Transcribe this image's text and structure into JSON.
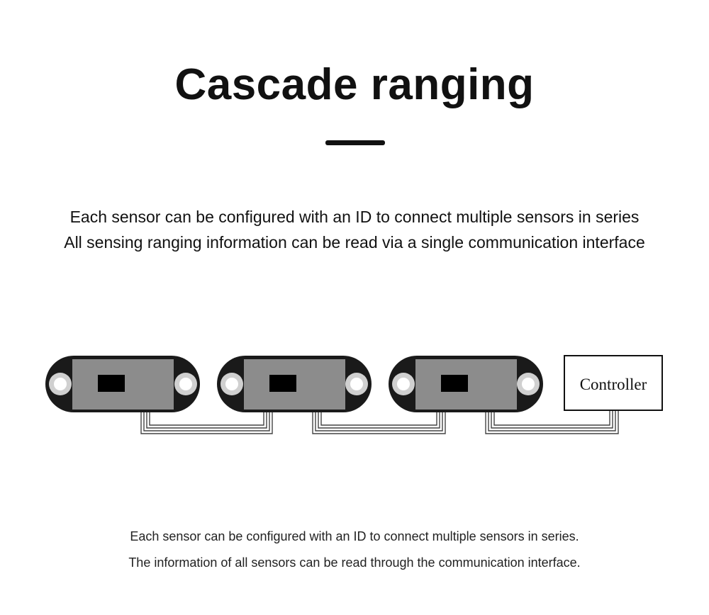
{
  "heading": {
    "title": "Cascade ranging",
    "line1": "Each sensor can be configured with an ID to connect multiple sensors in series",
    "line2": "All sensing ranging information can be read via a single communication interface"
  },
  "diagram": {
    "sensor_count": 3,
    "controller_label": "Controller",
    "colors": {
      "sensor_body": "#1a1a1a",
      "sensor_plate": "#8c8c8c",
      "hole_outer": "#d0d0d0",
      "window": "#000000",
      "wire": "#444444"
    }
  },
  "caption": {
    "line1": "Each sensor can be configured with an ID to connect multiple sensors in series.",
    "line2": "The information of all sensors can be read through the communication interface."
  }
}
